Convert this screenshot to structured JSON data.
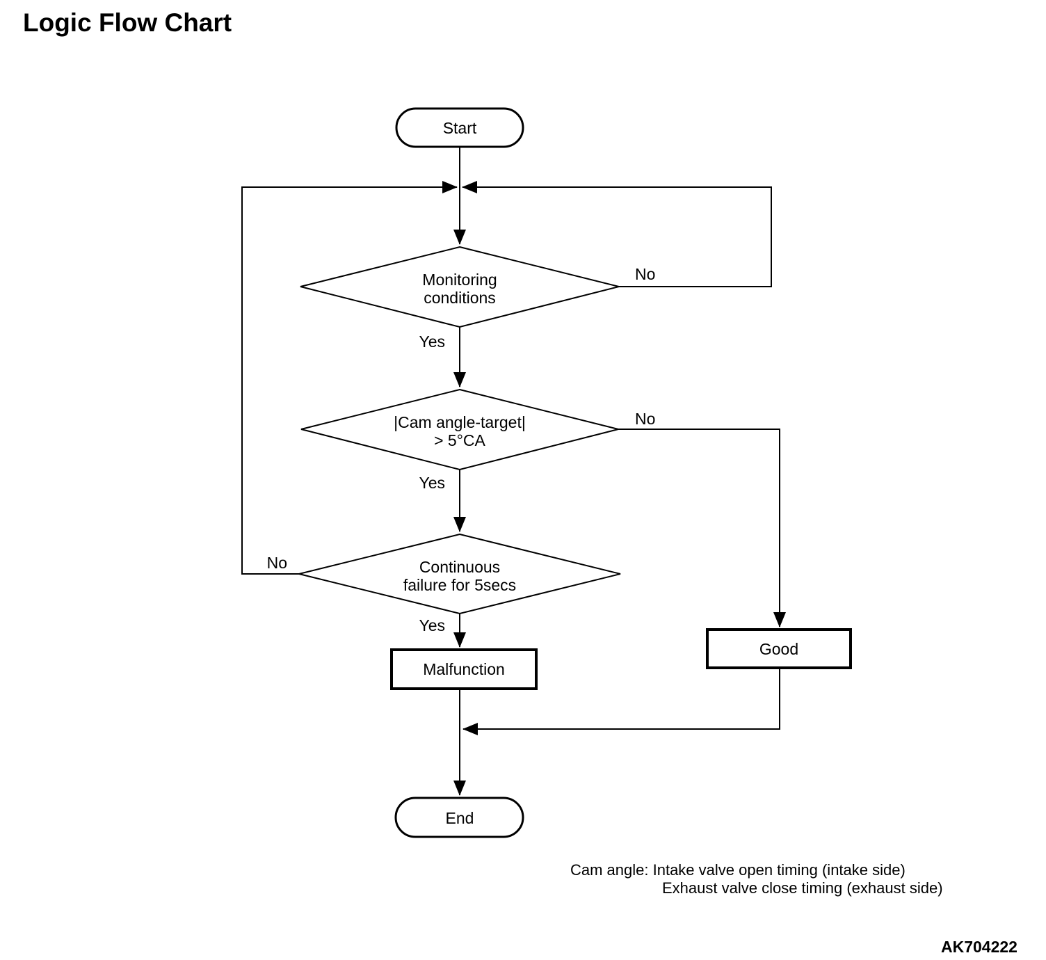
{
  "title": "Logic Flow Chart",
  "figure_code": "AK704222",
  "colors": {
    "line": "#000000",
    "background": "#ffffff",
    "text": "#000000"
  },
  "nodes": {
    "start": {
      "type": "terminator",
      "label": "Start"
    },
    "monitoring": {
      "type": "decision",
      "line1": "Monitoring",
      "line2": "conditions"
    },
    "cam_angle": {
      "type": "decision",
      "line1": "|Cam angle-target|",
      "line2": "> 5°CA"
    },
    "continuous": {
      "type": "decision",
      "line1": "Continuous",
      "line2": "failure for 5secs"
    },
    "malfunction": {
      "type": "process",
      "label": "Malfunction"
    },
    "good": {
      "type": "process",
      "label": "Good"
    },
    "end": {
      "type": "terminator",
      "label": "End"
    }
  },
  "edge_labels": {
    "monitoring_yes": "Yes",
    "monitoring_no": "No",
    "cam_angle_yes": "Yes",
    "cam_angle_no": "No",
    "continuous_yes": "Yes",
    "continuous_no": "No"
  },
  "note": {
    "line1": "Cam angle: Intake valve open timing (intake side)",
    "line2": "Exhaust valve close timing (exhaust side)"
  }
}
